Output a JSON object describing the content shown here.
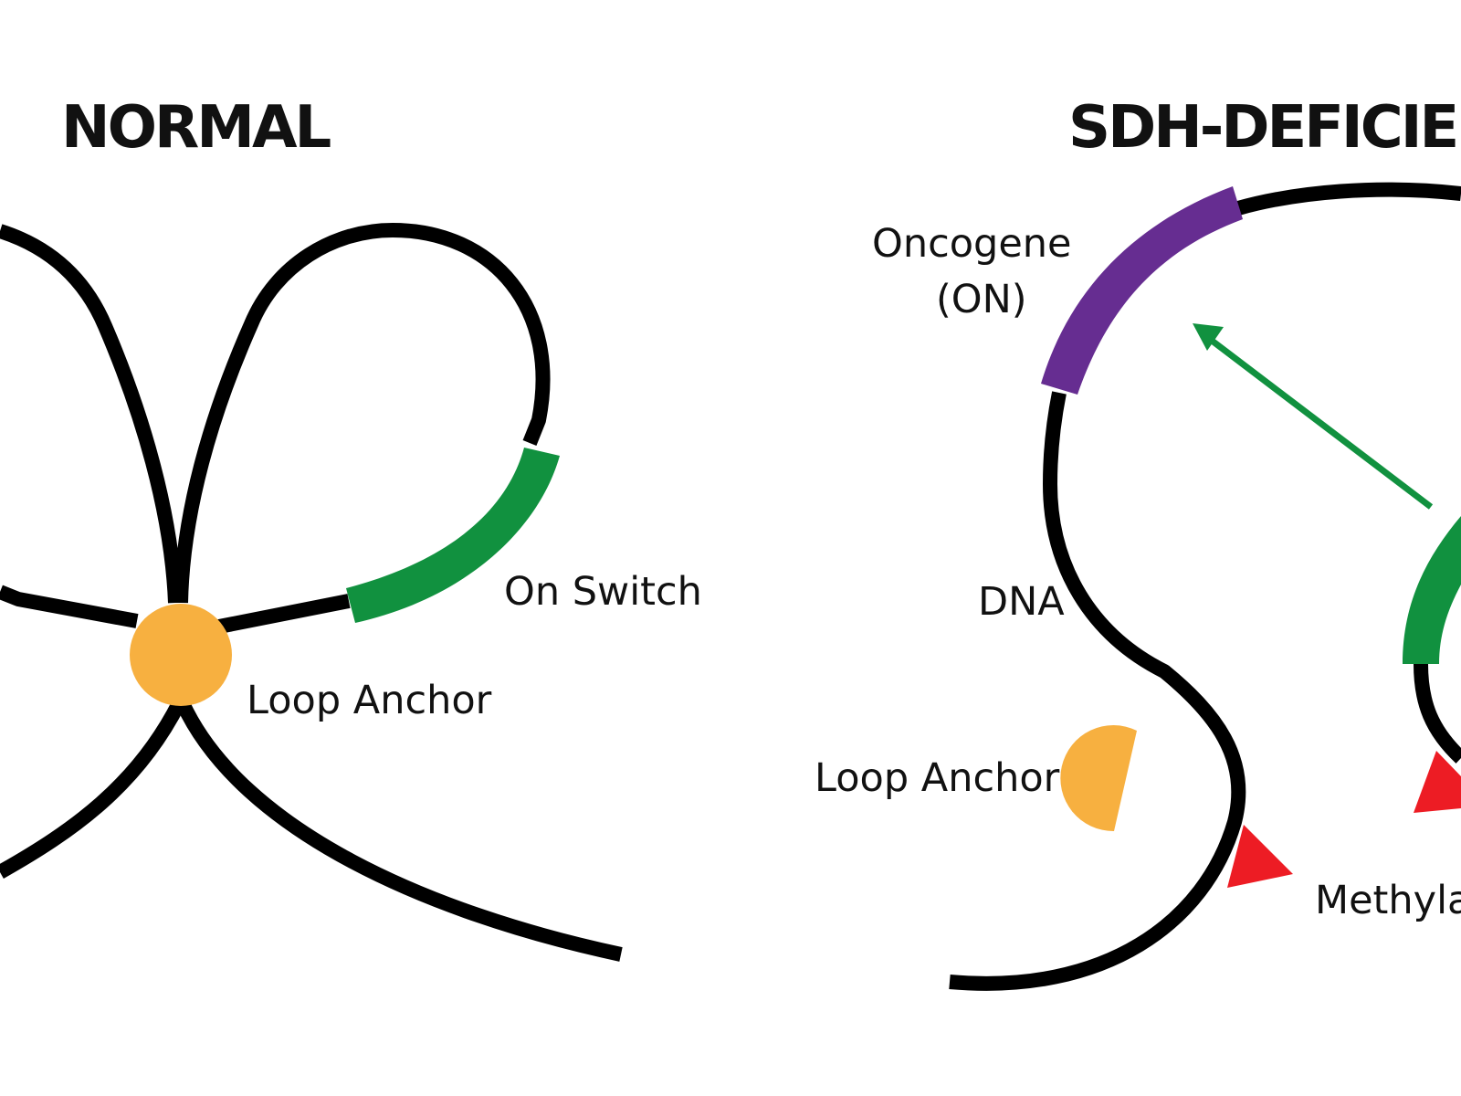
{
  "panels": {
    "normal": {
      "title": "NORMAL",
      "labels": {
        "on_switch": "On Switch",
        "loop_anchor": "Loop Anchor"
      }
    },
    "sdh_deficient": {
      "title": "SDH-DEFICIENT",
      "labels": {
        "oncogene_line1": "Oncogene",
        "oncogene_line2": "(ON)",
        "dna": "DNA",
        "loop_anchor": "Loop Anchor",
        "methylation": "Methylation"
      }
    }
  },
  "colors": {
    "dna": "#000000",
    "loop_anchor": "#F7B040",
    "on_switch": "#11913F",
    "oncogene": "#662D91",
    "methylation": "#ED1C24",
    "text": "#111111"
  },
  "icons": {
    "loop_anchor": "loop-anchor-circle-icon",
    "broken_loop_anchor": "broken-loop-anchor-icon",
    "methylation": "methylation-triangle-icon",
    "activation": "activation-arrow-icon"
  }
}
